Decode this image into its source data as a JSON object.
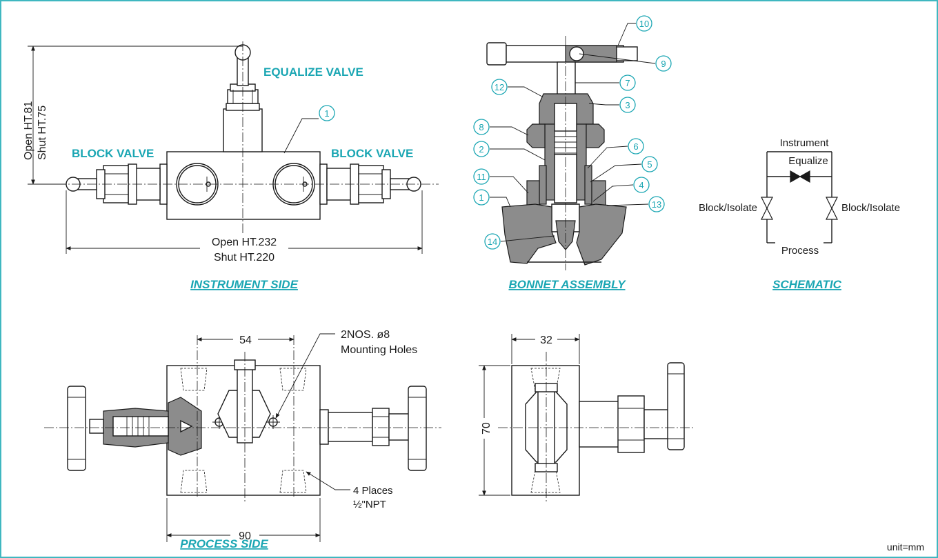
{
  "views": {
    "instrument_side": "INSTRUMENT SIDE",
    "bonnet_assembly": "BONNET ASSEMBLY",
    "schematic": "SCHEMATIC",
    "process_side": "PROCESS SIDE"
  },
  "valve_labels": {
    "equalize": "EQUALIZE VALVE",
    "block_left": "BLOCK VALVE",
    "block_right": "BLOCK VALVE"
  },
  "dimensions": {
    "open_ht_81": "Open HT.81",
    "shut_ht_75": "Shut HT.75",
    "open_ht_232": "Open HT.232",
    "shut_ht_220": "Shut HT.220",
    "d54": "54",
    "d90": "90",
    "d32": "32",
    "d70": "70"
  },
  "notes": {
    "mounting_1": "2NOS. ø8",
    "mounting_2": "Mounting Holes",
    "npt_1": "4 Places",
    "npt_2": "½\"NPT"
  },
  "schematic": {
    "instrument": "Instrument",
    "equalize": "Equalize",
    "block_left": "Block/Isolate",
    "block_right": "Block/Isolate",
    "process": "Process"
  },
  "part_numbers": [
    "1",
    "2",
    "3",
    "4",
    "5",
    "6",
    "7",
    "8",
    "9",
    "10",
    "11",
    "12",
    "13",
    "14"
  ],
  "unit": "unit=mm",
  "colors": {
    "accent": "#1aa6b3",
    "border": "#3fb7c0",
    "line": "#1a1a1a",
    "hatch": "#8c8c8c"
  }
}
